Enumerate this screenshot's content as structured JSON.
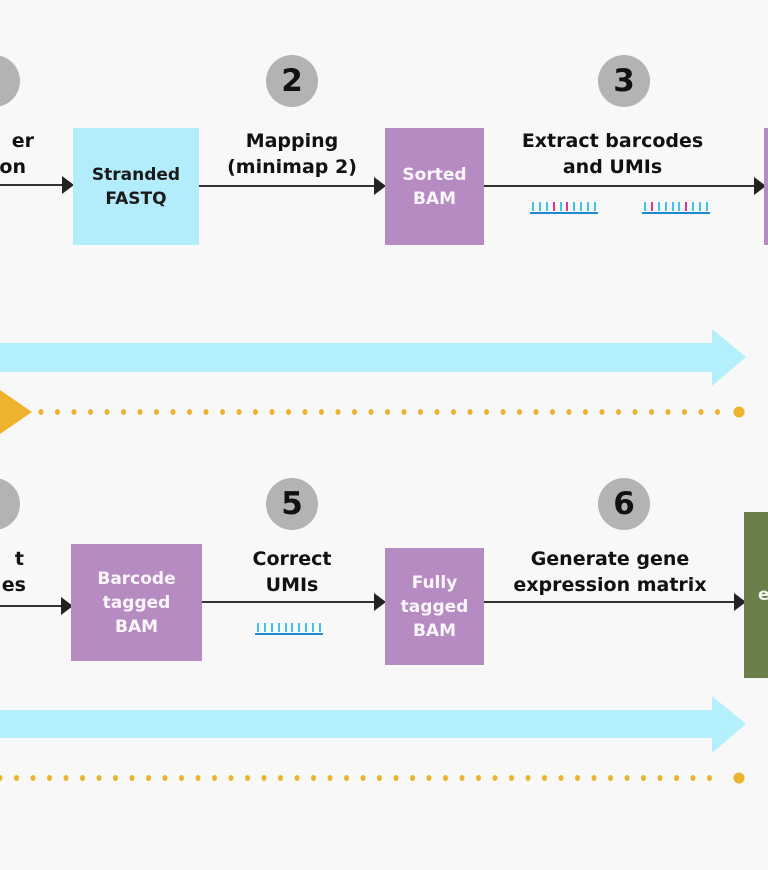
{
  "colors": {
    "background": "#f8f8f8",
    "step_circle": "#b3b3b3",
    "fastq_box": "#b3ecfb",
    "bam_box": "#b58bc1",
    "matrix_box": "#6a7f4a",
    "timeline_arrow": "#b3f0fc",
    "dotted_line": "#eeb22e",
    "barcode_tick": "#3cc3ee",
    "barcode_highlight": "#e6308f"
  },
  "row1": {
    "partial_step_label": [
      "er",
      "on"
    ],
    "step2": {
      "number": "2",
      "label": [
        "Mapping",
        "(minimap 2)"
      ]
    },
    "step3": {
      "number": "3",
      "label": [
        "Extract barcodes",
        "and UMIs"
      ]
    },
    "boxes": {
      "stranded_fastq": "Stranded\nFASTQ",
      "sorted_bam": "Sorted\nBAM"
    }
  },
  "row2": {
    "partial_step_label": [
      "t",
      "es"
    ],
    "step5": {
      "number": "5",
      "label": [
        "Correct",
        "UMIs"
      ]
    },
    "step6": {
      "number": "6",
      "label": [
        "Generate gene",
        "expression matrix"
      ]
    },
    "boxes": {
      "barcode_tagged_bam": "Barcode\ntagged\nBAM",
      "fully_tagged_bam": "Fully\ntagged\nBAM",
      "partial_matrix": "e"
    }
  },
  "barcodes": {
    "extract_barcode": {
      "ticks": 10,
      "highlight": [
        3,
        5
      ]
    },
    "extract_umi": {
      "ticks": 10,
      "highlight": [
        1,
        6
      ]
    },
    "correct_umi": {
      "ticks": 10,
      "highlight": []
    }
  }
}
